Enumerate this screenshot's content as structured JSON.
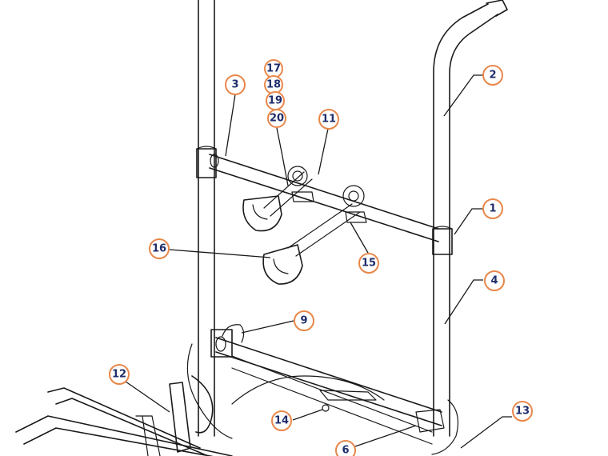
{
  "colors": {
    "callout_ring": "#e8874a",
    "callout_text": "#1f2d6b",
    "line": "#1a1a1a",
    "background": "#ffffff"
  },
  "callouts": [
    {
      "id": "c1",
      "label": "1"
    },
    {
      "id": "c2",
      "label": "2"
    },
    {
      "id": "c3",
      "label": "3"
    },
    {
      "id": "c4",
      "label": "4"
    },
    {
      "id": "c6",
      "label": "6"
    },
    {
      "id": "c9",
      "label": "9"
    },
    {
      "id": "c11",
      "label": "11"
    },
    {
      "id": "c12",
      "label": "12"
    },
    {
      "id": "c13",
      "label": "13"
    },
    {
      "id": "c14",
      "label": "14"
    },
    {
      "id": "c15",
      "label": "15"
    },
    {
      "id": "c16",
      "label": "16"
    },
    {
      "id": "c17",
      "label": "17"
    },
    {
      "id": "c18",
      "label": "18"
    },
    {
      "id": "c19",
      "label": "19"
    },
    {
      "id": "c20",
      "label": "20"
    }
  ]
}
